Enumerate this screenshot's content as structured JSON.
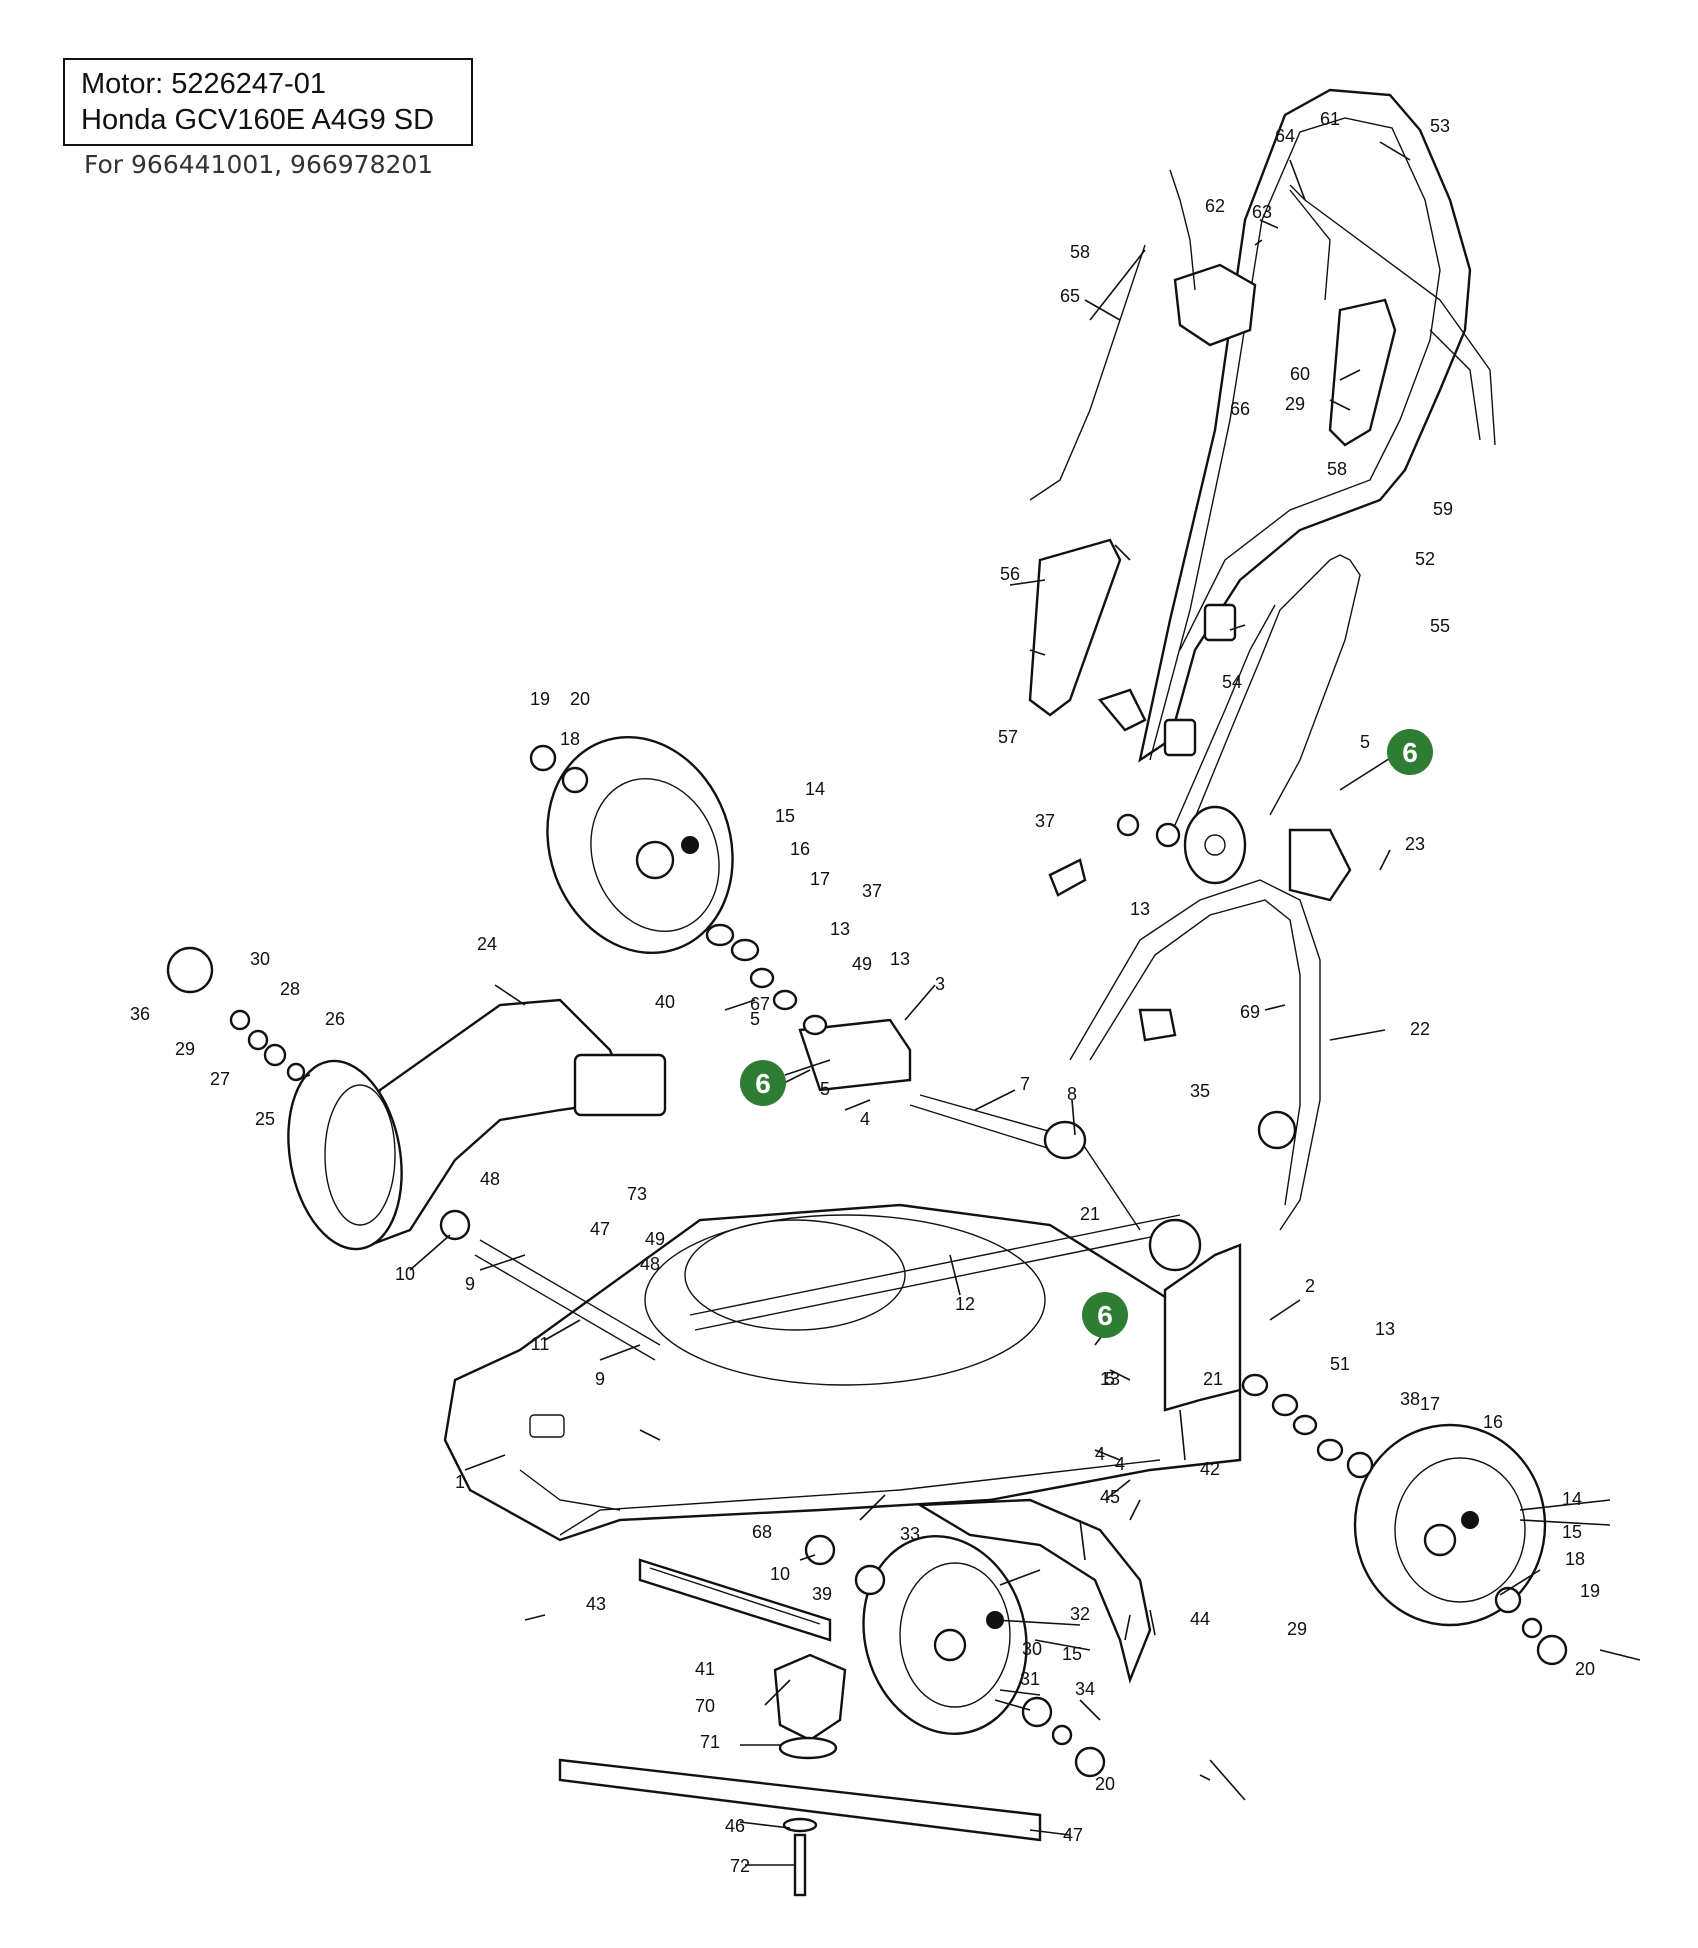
{
  "header": {
    "motor_line": "Motor: 5226247-01",
    "engine_line": "Honda GCV160E A4G9 SD",
    "models_line": "For 966441001, 966978201"
  },
  "colors": {
    "badge": "#2e7d32",
    "line": "#111111",
    "background": "#ffffff"
  },
  "badges": [
    "6",
    "6",
    "6"
  ],
  "callouts": [
    "1",
    "2",
    "3",
    "4",
    "4",
    "4",
    "5",
    "5",
    "5",
    "5",
    "7",
    "8",
    "9",
    "9",
    "10",
    "10",
    "11",
    "12",
    "13",
    "13",
    "13",
    "13",
    "13",
    "14",
    "14",
    "15",
    "15",
    "15",
    "16",
    "16",
    "17",
    "17",
    "18",
    "18",
    "19",
    "19",
    "20",
    "20",
    "20",
    "21",
    "21",
    "22",
    "23",
    "24",
    "25",
    "26",
    "27",
    "28",
    "29",
    "29",
    "29",
    "30",
    "30",
    "31",
    "32",
    "33",
    "34",
    "35",
    "36",
    "37",
    "37",
    "38",
    "39",
    "40",
    "41",
    "42",
    "43",
    "44",
    "45",
    "46",
    "47",
    "47",
    "48",
    "48",
    "49",
    "49",
    "51",
    "52",
    "53",
    "54",
    "55",
    "56",
    "57",
    "58",
    "58",
    "59",
    "60",
    "61",
    "62",
    "63",
    "64",
    "65",
    "66",
    "67",
    "68",
    "69",
    "70",
    "71",
    "72",
    "73"
  ]
}
